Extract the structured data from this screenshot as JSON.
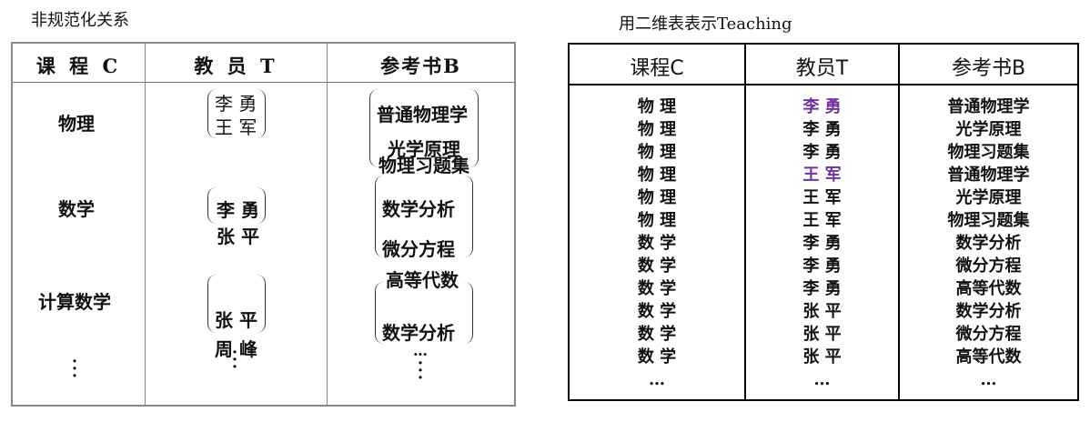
{
  "left": {
    "caption": "非规范化关系",
    "headers": [
      "课 程 C",
      "教 员 T",
      "参考书B"
    ],
    "rows": [
      {
        "course": "物理",
        "teachers": [
          "李 勇",
          "王 军"
        ],
        "books": [
          "普通物理学",
          "光学原理",
          "物理习题集"
        ]
      },
      {
        "course": "数学",
        "teachers": [
          "李 勇",
          "张 平"
        ],
        "books": [
          "数学分析",
          "微分方程"
        ]
      },
      {
        "course": "计算数学",
        "teachers": [
          "张 平",
          "周 峰"
        ],
        "books": [
          "高等代数",
          "数学分析"
        ]
      }
    ],
    "ellipsis": "…"
  },
  "right": {
    "caption": "用二维表表示Teaching",
    "headers": [
      "课程C",
      "教员T",
      "参考书B"
    ],
    "col_course": [
      "物 理",
      "物 理",
      "物 理",
      "物 理",
      "物 理",
      "物 理",
      "数 学",
      "数 学",
      "数 学",
      "数 学",
      "数 学",
      "数 学",
      "…"
    ],
    "col_teacher": [
      "李 勇",
      "李 勇",
      "李 勇",
      "王 军",
      "王 军",
      "王 军",
      "李 勇",
      "李 勇",
      "李 勇",
      "张 平",
      "张 平",
      "张 平",
      "…"
    ],
    "col_book": [
      "普通物理学",
      "光学原理",
      "物理习题集",
      "普通物理学",
      "光学原理",
      "物理习题集",
      "数学分析",
      "微分方程",
      "高等代数",
      "数学分析",
      "微分方程",
      "高等代数",
      "…"
    ],
    "highlight_color": "#7030a0"
  }
}
